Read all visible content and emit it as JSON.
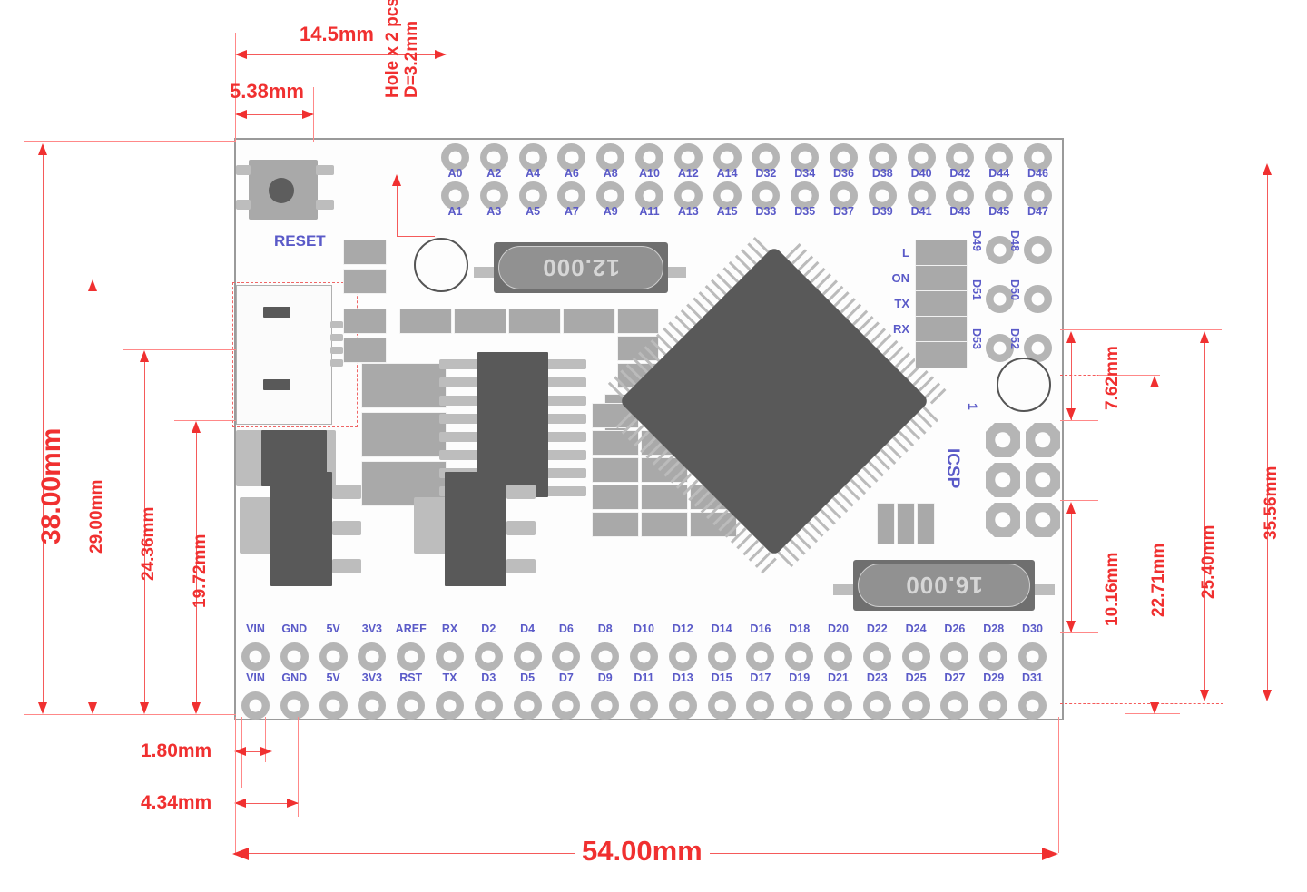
{
  "title": "Arduino Mega Pro Mini board dimensional drawing",
  "colors": {
    "dimension_red": "#f03030",
    "pin_label_blue": "#5a5ac8",
    "board_outline": "#9a9a9a",
    "pad_gray": "#b5b5b5",
    "ic_dark": "#595959"
  },
  "dimensions": {
    "width_overall": "54.00mm",
    "height_overall": "38.00mm",
    "top_14_5": "14.5mm",
    "top_5_38": "5.38mm",
    "left_29": "29.00mm",
    "left_24_36": "24.36mm",
    "left_19_72": "19.72mm",
    "right_35_56": "35.56mm",
    "right_25_40": "25.40mm",
    "right_22_71": "22.71mm",
    "right_10_16": "10.16mm",
    "right_7_62": "7.62mm",
    "bottom_1_80": "1.80mm",
    "bottom_4_34": "4.34mm"
  },
  "annotations": {
    "hole_note_line1": "Hole x 2 pcs",
    "hole_note_line2": "D=3.2mm"
  },
  "board": {
    "reset_label": "RESET",
    "icsp_label": "ICSP",
    "icsp_pin1": "1",
    "crystal_12": "12.000",
    "crystal_16": "16.000",
    "led_labels": [
      "L",
      "ON",
      "TX",
      "RX"
    ],
    "header_top_row1": [
      "A0",
      "A2",
      "A4",
      "A6",
      "A8",
      "A10",
      "A12",
      "A14",
      "D32",
      "D34",
      "D36",
      "D38",
      "D40",
      "D42",
      "D44",
      "D46"
    ],
    "header_top_row2": [
      "A1",
      "A3",
      "A5",
      "A7",
      "A9",
      "A11",
      "A13",
      "A15",
      "D33",
      "D35",
      "D37",
      "D39",
      "D41",
      "D43",
      "D45",
      "D47"
    ],
    "header_bottom_row1": [
      "VIN",
      "GND",
      "5V",
      "3V3",
      "AREF",
      "RX",
      "D2",
      "D4",
      "D6",
      "D8",
      "D10",
      "D12",
      "D14",
      "D16",
      "D18",
      "D20",
      "D22",
      "D24",
      "D26",
      "D28",
      "D30"
    ],
    "header_bottom_row2": [
      "VIN",
      "GND",
      "5V",
      "3V3",
      "RST",
      "TX",
      "D3",
      "D5",
      "D7",
      "D9",
      "D11",
      "D13",
      "D15",
      "D17",
      "D19",
      "D21",
      "D23",
      "D25",
      "D27",
      "D29",
      "D31"
    ],
    "side_pins_left": [
      "D49",
      "D51",
      "D53"
    ],
    "side_pins_right": [
      "D48",
      "D50",
      "D52"
    ]
  }
}
